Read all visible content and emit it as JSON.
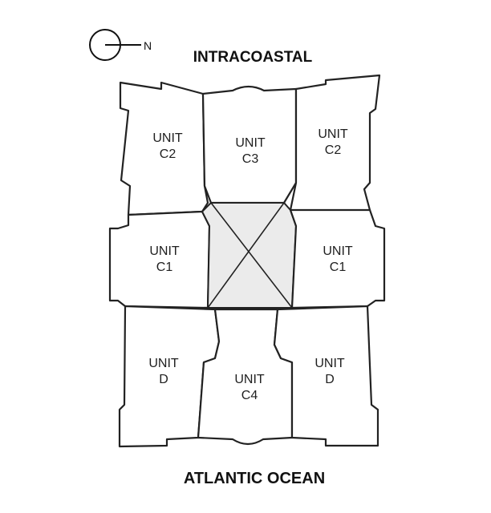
{
  "compass": {
    "north_label": "N",
    "icon": "north-arrow-icon"
  },
  "labels": {
    "top": "INTRACOASTAL",
    "bottom": "ATLANTIC OCEAN"
  },
  "units": {
    "c2_left": {
      "line1": "UNIT",
      "line2": "C2"
    },
    "c3": {
      "line1": "UNIT",
      "line2": "C3"
    },
    "c2_right": {
      "line1": "UNIT",
      "line2": "C2"
    },
    "c1_left": {
      "line1": "UNIT",
      "line2": "C1"
    },
    "c1_right": {
      "line1": "UNIT",
      "line2": "C1"
    },
    "d_left": {
      "line1": "UNIT",
      "line2": "D"
    },
    "c4": {
      "line1": "UNIT",
      "line2": "C4"
    },
    "d_right": {
      "line1": "UNIT",
      "line2": "D"
    }
  },
  "colors": {
    "line": "#222222",
    "core_fill": "#ebebeb",
    "background": "#ffffff"
  }
}
